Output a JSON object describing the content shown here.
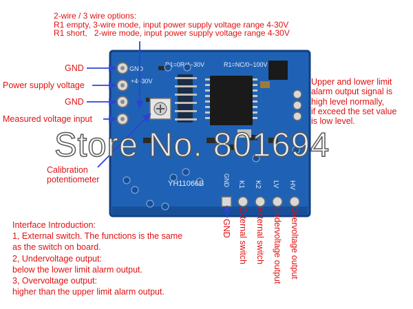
{
  "top_note": {
    "title": "2-wire / 3 wire options:",
    "line1": "R1 empty, 3-wire mode, input power supply voltage range 4-30V",
    "line2": "R1 short,   2-wire mode, input power supply voltage range 4-30V"
  },
  "left_labels": {
    "gnd1": "GND",
    "power": "Power supply voltage",
    "gnd2": "GND",
    "measured": "Measured voltage input",
    "calib1": "Calibration",
    "calib2": "potentiometer"
  },
  "right_note": [
    "Upper and lower limit",
    "alarm output signal is",
    "high level normally,",
    "if exceed the set value",
    "is low level."
  ],
  "intro": [
    "Interface Introduction:",
    "1, External switch. The functions is the same",
    "as the switch on board.",
    "2, Undervoltage output:",
    "below the lower limit alarm output.",
    "3, Overvoltage output:",
    "higher than the upper limit alarm output."
  ],
  "bottom_labels": {
    "gnd": "GND",
    "ext1": "External switch",
    "ext2": "External switch",
    "under": "Undervoltage output",
    "over": "Overvoltage output"
  },
  "board_silkscreen": {
    "r_left": "R1=0R/4~30V",
    "r_right": "R1=NC/0~100V",
    "pin_gnd": "GND",
    "pin_v": "+4~30V",
    "model": "YH11066B",
    "b_gnd": "GND",
    "b_k1": "K1",
    "b_k2": "K2",
    "b_lv": "LV",
    "b_hv": "HV"
  },
  "watermark": "Store No. 801694",
  "colors": {
    "annotation": "#e01010",
    "pcb": "#1f62b5",
    "pcb_dark": "#123f80",
    "pad": "#d8d8d8"
  }
}
